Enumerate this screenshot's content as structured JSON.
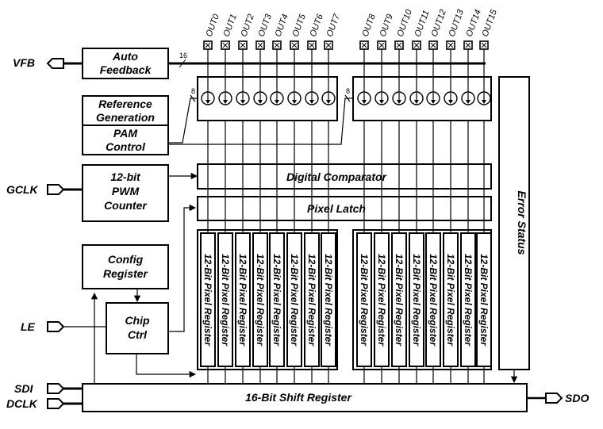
{
  "pins": {
    "vfb": "VFB",
    "gclk": "GCLK",
    "le": "LE",
    "sdi": "SDI",
    "dclk": "DCLK",
    "sdo": "SDO"
  },
  "outputs_left": [
    "OUT0",
    "OUT1",
    "OUT2",
    "OUT3",
    "OUT4",
    "OUT5",
    "OUT6",
    "OUT7"
  ],
  "outputs_right": [
    "OUT8",
    "OUT9",
    "OUT10",
    "OUT11",
    "OUT12",
    "OUT13",
    "OUT14",
    "OUT15"
  ],
  "blocks": {
    "auto_feedback": [
      "Auto",
      "Feedback"
    ],
    "reference_generation": [
      "Reference",
      "Generation"
    ],
    "pam_control": [
      "PAM",
      "Control"
    ],
    "pwm_counter": [
      "12-bit",
      "PWM",
      "Counter"
    ],
    "config_register": [
      "Config",
      "Register"
    ],
    "chip_ctrl": [
      "Chip",
      "Ctrl"
    ],
    "digital_comparator": "Digital Comparator",
    "pixel_latch": "Pixel Latch",
    "error_status": "Error Status",
    "shift_register": "16-Bit Shift Register",
    "pixel_register": "12-Bit Pixel Register"
  },
  "bus_widths": {
    "feedback": "16",
    "pam_left": "8",
    "pam_right": "8"
  }
}
